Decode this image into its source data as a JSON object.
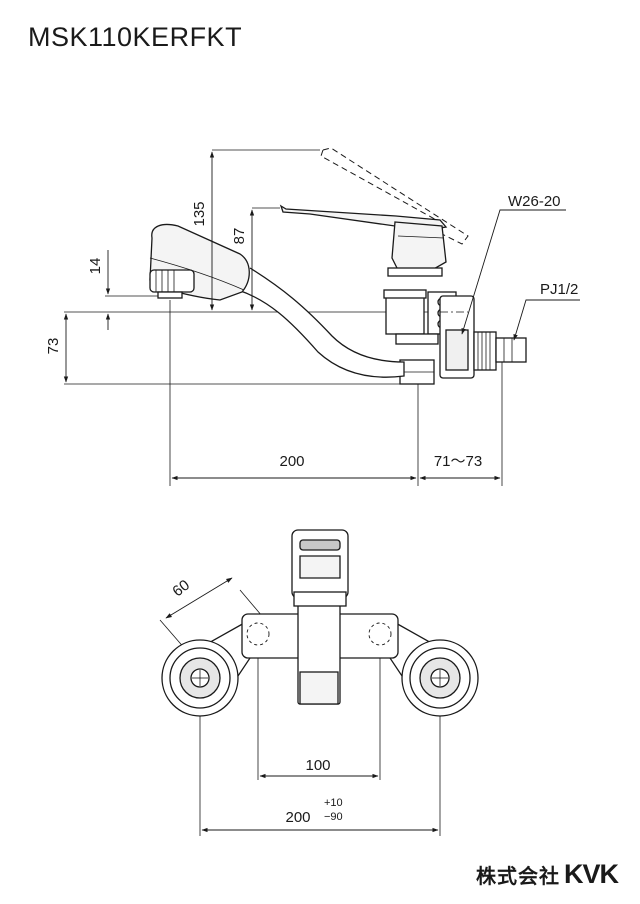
{
  "header": {
    "model": "MSK110KERFKT"
  },
  "side_view": {
    "dims": {
      "lever_height": "135",
      "body_height": "87",
      "spout_offset": "14",
      "spout_height": "73",
      "spout_reach": "200",
      "mount_depth": "71～73"
    },
    "labels": {
      "thread": "W26-20",
      "pipe": "PJ1/2"
    }
  },
  "front_view": {
    "dims": {
      "elbow_angle": "60",
      "inner_spacing": "100",
      "outer_spacing": "200",
      "tol_plus": "+10",
      "tol_minus": "−90"
    }
  },
  "footer": {
    "company": "株式会社",
    "logo": "KVK"
  },
  "colors": {
    "line": "#1a1a1a",
    "body_fill": "#f4f4f4",
    "shade": "#c8c8c8"
  }
}
